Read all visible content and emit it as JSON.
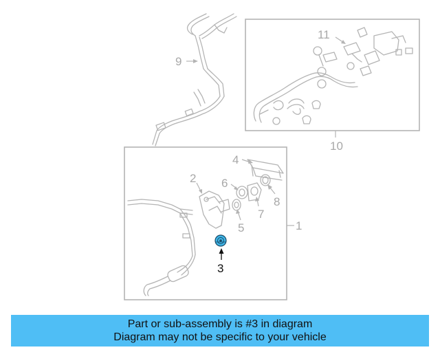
{
  "diagram": {
    "callouts": {
      "c1": "1",
      "c2": "2",
      "c3": "3",
      "c4": "4",
      "c5": "5",
      "c6": "6",
      "c7": "7",
      "c8": "8",
      "c9": "9",
      "c10": "10",
      "c11": "11"
    },
    "highlight_part": "3",
    "highlight_color": "#3fb6e8"
  },
  "notice": {
    "line1": "Part or sub-assembly is #3 in diagram",
    "line2": "Diagram may not be specific to your vehicle",
    "background": "#4fbef5"
  }
}
